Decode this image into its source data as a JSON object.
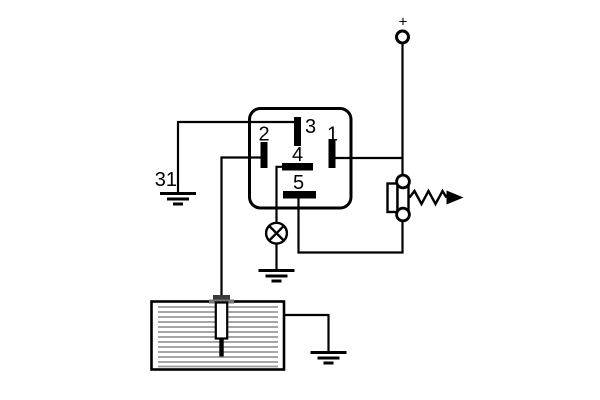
{
  "diagram": {
    "background_color": "#ffffff",
    "line_color": "#000000",
    "tank_hatch_color": "#999999",
    "labels": {
      "battery_positive": "+",
      "ground_terminal_31": "31",
      "relay_pin_1": "1",
      "relay_pin_2": "2",
      "relay_pin_3": "3",
      "relay_pin_4": "4",
      "relay_pin_5": "5"
    }
  }
}
